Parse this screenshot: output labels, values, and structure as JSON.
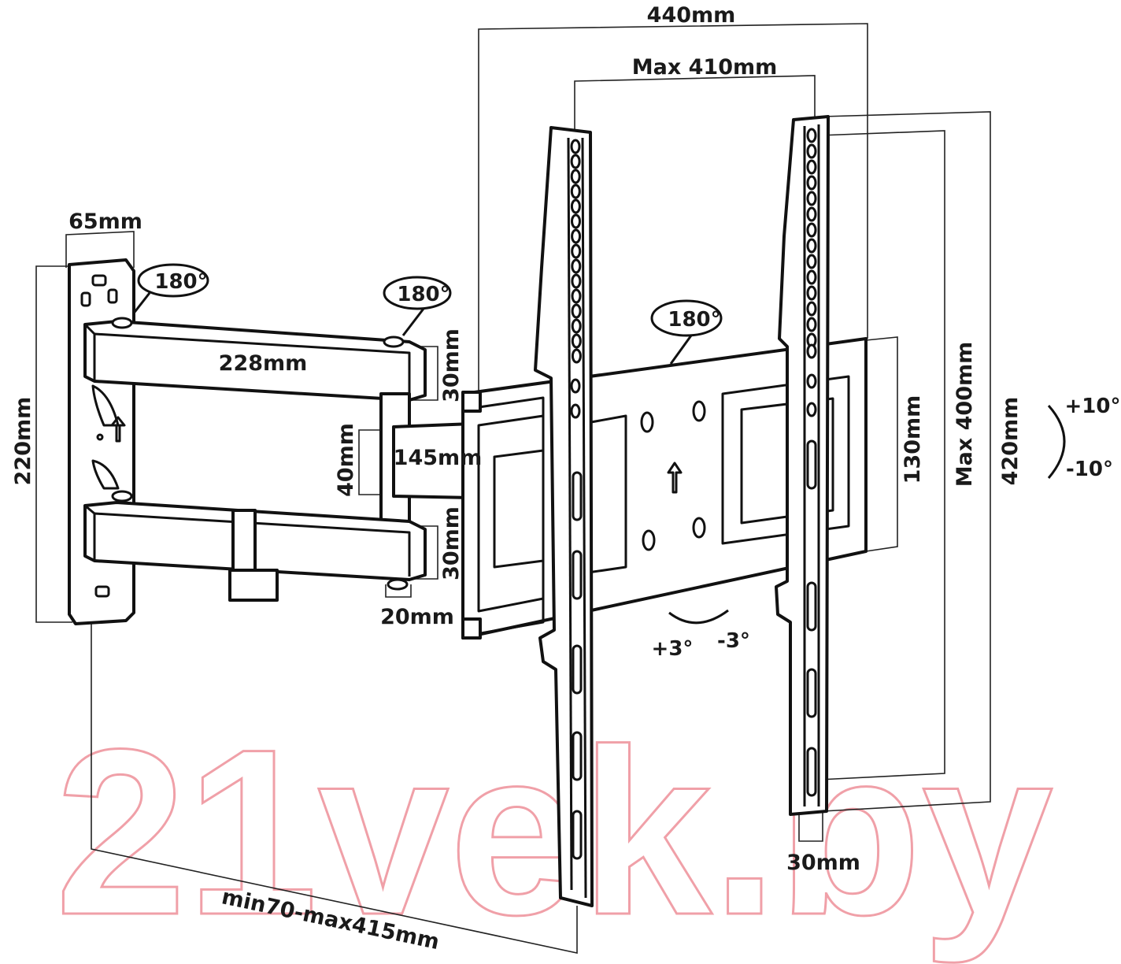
{
  "watermark": "21vek.by",
  "dimensions": {
    "total_width": "440mm",
    "max_vesa_width": "Max 410mm",
    "wall_plate_width": "65mm",
    "wall_plate_height": "220mm",
    "arm_length": "228mm",
    "arm_thickness_top": "30mm",
    "arm_thickness_bottom": "30mm",
    "center_arm_height": "40mm",
    "center_arm_length": "145mm",
    "gap_bottom": "20mm",
    "bracket_height": "130mm",
    "max_vesa_height": "Max 400mm",
    "total_height": "420mm",
    "rail_width": "30mm",
    "depth_range": "min70-max415mm"
  },
  "angles": {
    "swivel_wall": "180°",
    "swivel_arm": "180°",
    "rotation_plate": "180°",
    "tilt_up": "+10°",
    "tilt_down": "-10°",
    "level_plus": "+3°",
    "level_minus": "-3°"
  }
}
